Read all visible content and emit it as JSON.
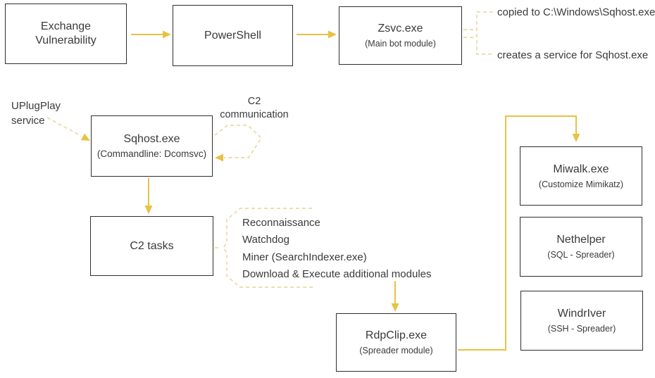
{
  "diagram": {
    "colors": {
      "gold": "#e7c243",
      "pale": "#e8daa4",
      "box_border": "#2e2e2e",
      "text": "#3a3a3a"
    },
    "nodes": {
      "exchange": {
        "title": "Exchange Vulnerability"
      },
      "powershell": {
        "title": "PowerShell"
      },
      "zsvc": {
        "title": "Zsvc.exe",
        "subtitle": "(Main bot module)"
      },
      "sqhost": {
        "title": "Sqhost.exe",
        "subtitle": "(Commandline: Dcomsvc)"
      },
      "c2tasks": {
        "title": "C2 tasks"
      },
      "rdpclip": {
        "title": "RdpClip.exe",
        "subtitle": "(Spreader module)"
      },
      "miwalk": {
        "title": "Miwalk.exe",
        "subtitle": "(Customize Mimikatz)"
      },
      "nethelper": {
        "title": "Nethelper",
        "subtitle": "(SQL - Spreader)"
      },
      "windriver": {
        "title": "WindrIver",
        "subtitle": "(SSH - Spreader)"
      }
    },
    "annotations": {
      "copied_to": "copied to C:\\Windows\\Sqhost.exe",
      "creates_service": "creates a service for Sqhost.exe",
      "uplugplay_line1": "UPlugPlay",
      "uplugplay_line2": "service",
      "c2_comm_line1": "C2",
      "c2_comm_line2": "communication",
      "tasks": [
        "Reconnaissance",
        "Watchdog",
        "Miner (SearchIndexer.exe)",
        "Download & Execute additional modules"
      ]
    }
  }
}
